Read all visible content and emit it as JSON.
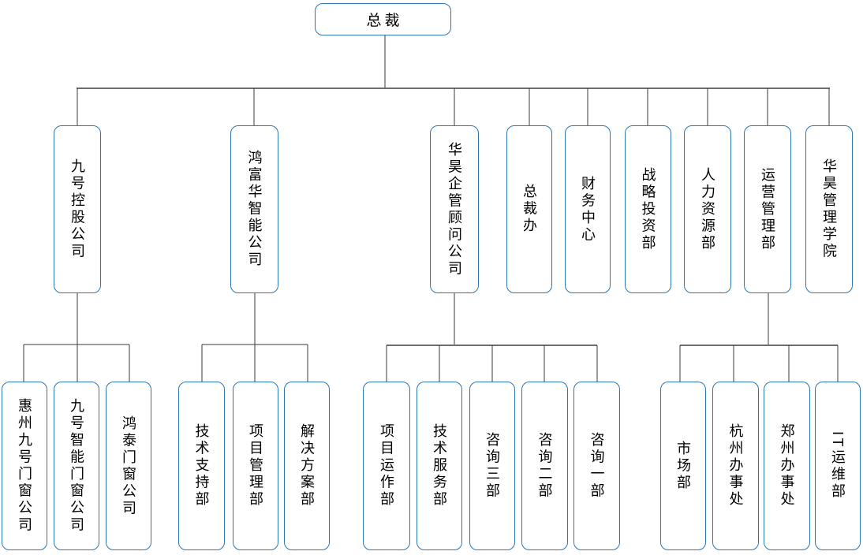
{
  "org": {
    "root": "总裁",
    "l2": [
      "九号控股公司",
      "鸿富华智能公司",
      "华昊企管顾问公司",
      "总裁办",
      "财务中心",
      "战略投资部",
      "人力资源部",
      "运营管理部",
      "华昊管理学院"
    ],
    "l3a": [
      "惠州九号门窗公司",
      "九号智能门窗公司",
      "鸿泰门窗公司"
    ],
    "l3b": [
      "技术支持部",
      "项目管理部",
      "解决方案部"
    ],
    "l3c": [
      "项目运作部",
      "技术服务部",
      "咨询三部",
      "咨询二部",
      "咨询一部"
    ],
    "l3d": [
      "市场部",
      "杭州办事处",
      "郑州办事处",
      "IT运维部"
    ]
  },
  "colors": {
    "box_border": "#2e75b6",
    "connector_dark": "#3a3a3a",
    "connector_gray": "#6e6e6e",
    "text": "#000000",
    "background": "#ffffff"
  }
}
